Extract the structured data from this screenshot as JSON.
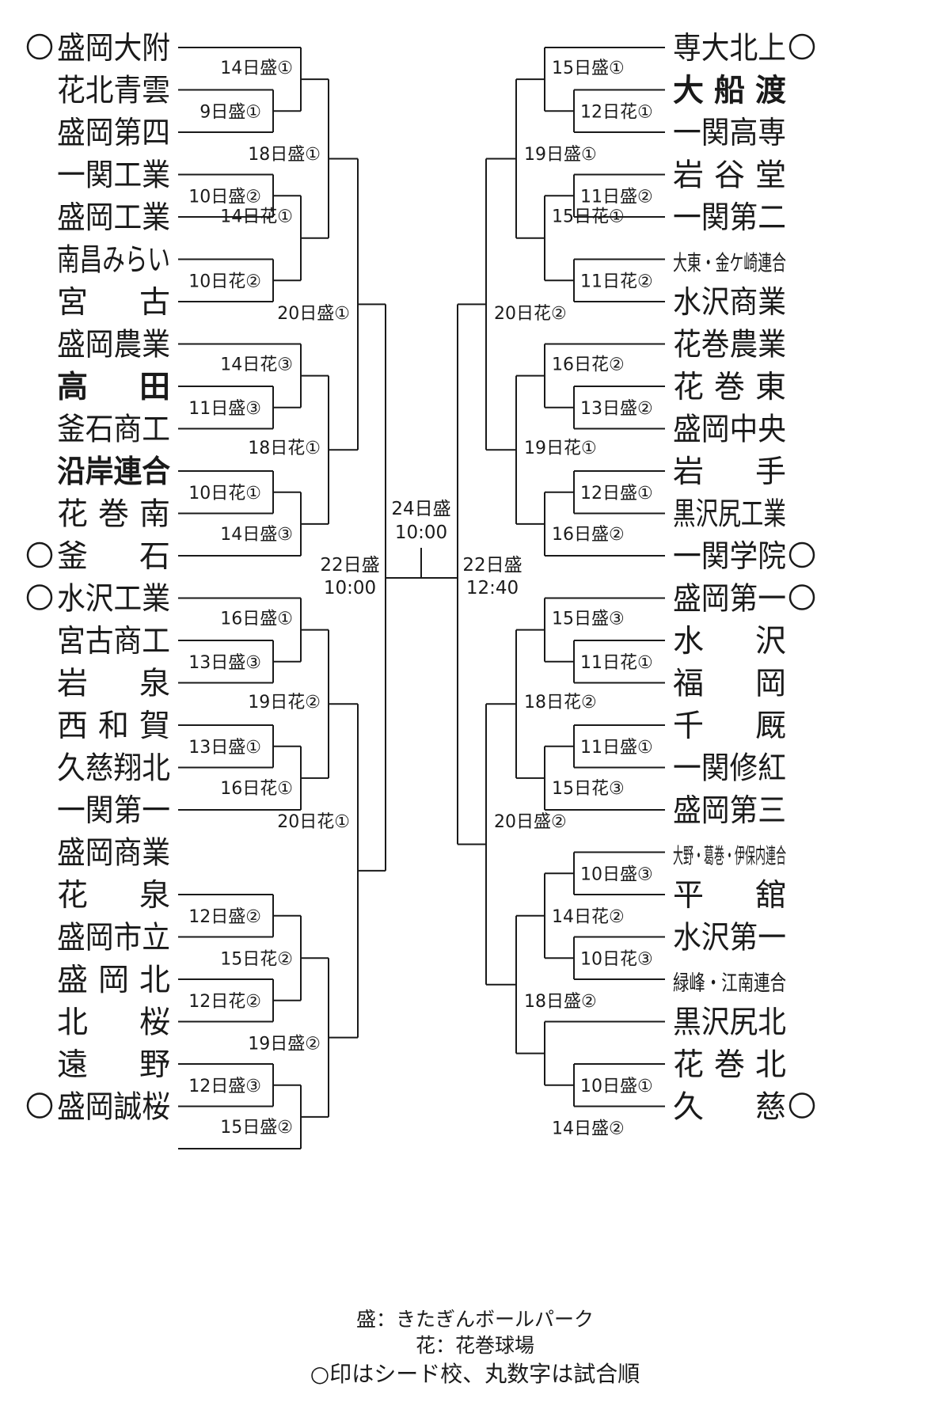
{
  "bracket": {
    "left_teams": [
      {
        "name": "盛岡大附",
        "seed": true,
        "bold": false
      },
      {
        "name": "花北青雲",
        "seed": false,
        "bold": false
      },
      {
        "name": "盛岡第四",
        "seed": false,
        "bold": false
      },
      {
        "name": "一関工業",
        "seed": false,
        "bold": false
      },
      {
        "name": "盛岡工業",
        "seed": false,
        "bold": false
      },
      {
        "name": "南昌みらい",
        "seed": false,
        "bold": false
      },
      {
        "name": "宮　古",
        "seed": false,
        "bold": false
      },
      {
        "name": "盛岡農業",
        "seed": false,
        "bold": false
      },
      {
        "name": "高　田",
        "seed": false,
        "bold": true
      },
      {
        "name": "釜石商工",
        "seed": false,
        "bold": false
      },
      {
        "name": "沿岸連合",
        "seed": false,
        "bold": true
      },
      {
        "name": "花巻南",
        "seed": false,
        "bold": false
      },
      {
        "name": "釜　石",
        "seed": true,
        "bold": false
      },
      {
        "name": "水沢工業",
        "seed": true,
        "bold": false
      },
      {
        "name": "宮古商工",
        "seed": false,
        "bold": false
      },
      {
        "name": "岩　泉",
        "seed": false,
        "bold": false
      },
      {
        "name": "西和賀",
        "seed": false,
        "bold": false
      },
      {
        "name": "久慈翔北",
        "seed": false,
        "bold": false
      },
      {
        "name": "一関第一",
        "seed": false,
        "bold": false
      },
      {
        "name": "盛岡商業",
        "seed": false,
        "bold": false
      },
      {
        "name": "花　泉",
        "seed": false,
        "bold": false
      },
      {
        "name": "盛岡市立",
        "seed": false,
        "bold": false
      },
      {
        "name": "盛岡北",
        "seed": false,
        "bold": false
      },
      {
        "name": "北　桜",
        "seed": false,
        "bold": false
      },
      {
        "name": "遠　野",
        "seed": false,
        "bold": false
      },
      {
        "name": "盛岡誠桜",
        "seed": true,
        "bold": false
      }
    ],
    "right_teams": [
      {
        "name": "専大北上",
        "seed": true,
        "bold": false,
        "small": false
      },
      {
        "name": "大船渡",
        "seed": false,
        "bold": true,
        "small": false
      },
      {
        "name": "一関高専",
        "seed": false,
        "bold": false,
        "small": false
      },
      {
        "name": "岩谷堂",
        "seed": false,
        "bold": false,
        "small": false
      },
      {
        "name": "一関第二",
        "seed": false,
        "bold": false,
        "small": false
      },
      {
        "name": "大東・金ケ崎連合",
        "seed": false,
        "bold": false,
        "small": true
      },
      {
        "name": "水沢商業",
        "seed": false,
        "bold": false,
        "small": false
      },
      {
        "name": "花巻農業",
        "seed": false,
        "bold": false,
        "small": false
      },
      {
        "name": "花巻東",
        "seed": false,
        "bold": false,
        "small": false
      },
      {
        "name": "盛岡中央",
        "seed": false,
        "bold": false,
        "small": false
      },
      {
        "name": "岩　手",
        "seed": false,
        "bold": false,
        "small": false
      },
      {
        "name": "黒沢尻工業",
        "seed": false,
        "bold": false,
        "small": false
      },
      {
        "name": "一関学院",
        "seed": true,
        "bold": false,
        "small": false
      },
      {
        "name": "盛岡第一",
        "seed": true,
        "bold": false,
        "small": false
      },
      {
        "name": "水　沢",
        "seed": false,
        "bold": false,
        "small": false
      },
      {
        "name": "福　岡",
        "seed": false,
        "bold": false,
        "small": false
      },
      {
        "name": "千　厩",
        "seed": false,
        "bold": false,
        "small": false
      },
      {
        "name": "一関修紅",
        "seed": false,
        "bold": false,
        "small": false
      },
      {
        "name": "盛岡第三",
        "seed": false,
        "bold": false,
        "small": false
      },
      {
        "name": "大野・葛巻・伊保内連合",
        "seed": false,
        "bold": false,
        "small": true
      },
      {
        "name": "平　舘",
        "seed": false,
        "bold": false,
        "small": false
      },
      {
        "name": "水沢第一",
        "seed": false,
        "bold": false,
        "small": false
      },
      {
        "name": "緑峰・江南連合",
        "seed": false,
        "bold": false,
        "small": true
      },
      {
        "name": "黒沢尻北",
        "seed": false,
        "bold": false,
        "small": false
      },
      {
        "name": "花巻北",
        "seed": false,
        "bold": false,
        "small": false
      },
      {
        "name": "久　慈",
        "seed": true,
        "bold": false,
        "small": false
      }
    ],
    "left_matches": [
      "9日盛①",
      "14日盛①",
      "18日盛①",
      "10日盛②",
      "10日花②",
      "14日花①",
      "20日盛①",
      "11日盛③",
      "14日花③",
      "10日花①",
      "14日盛③",
      "18日花①",
      "13日盛③",
      "16日盛①",
      "13日盛①",
      "16日花①",
      "19日花②",
      "20日花①",
      "12日盛②",
      "12日花②",
      "15日花②",
      "12日盛③",
      "15日盛②",
      "19日盛②"
    ],
    "right_matches": [
      "12日花①",
      "15日盛①",
      "11日盛②",
      "11日花②",
      "15日花①",
      "19日盛①",
      "20日花②",
      "13日盛②",
      "16日花②",
      "12日盛①",
      "16日盛②",
      "19日花①",
      "11日花①",
      "15日盛③",
      "11日盛①",
      "15日花③",
      "18日花②",
      "20日盛②",
      "10日盛③",
      "10日花③",
      "14日花②",
      "10日盛①",
      "14日盛②",
      "18日盛②"
    ],
    "semifinal_left": {
      "day": "22日盛",
      "time": "10:00"
    },
    "semifinal_right": {
      "day": "22日盛",
      "time": "12:40"
    },
    "final": {
      "day": "24日盛",
      "time": "10:00"
    }
  },
  "legend": {
    "line1": "盛：きたぎんボールパーク",
    "line2": "花：花巻球場",
    "note": "○印はシード校、丸数字は試合順"
  }
}
